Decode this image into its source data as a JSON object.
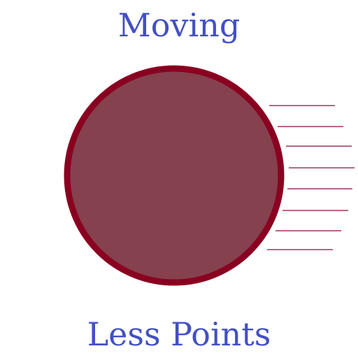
{
  "captions": {
    "top": "Moving",
    "bottom": "Less Points"
  },
  "colors": {
    "text": "#4350c4",
    "circle_fill": "#85414e",
    "circle_stroke": "#8a0021",
    "motion_lines": "#8a0d35"
  },
  "figure": {
    "shape": "circle",
    "motion_line_count": 8,
    "motion_direction": "right"
  }
}
